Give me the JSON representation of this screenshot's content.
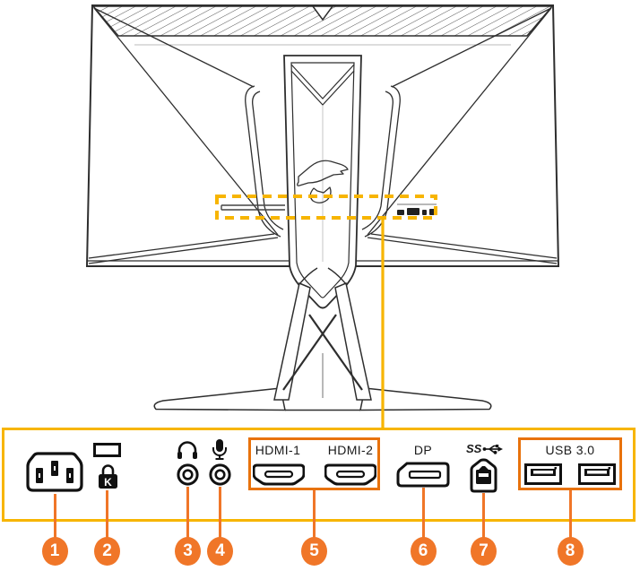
{
  "colors": {
    "highlight_gold": "#F7B500",
    "group_box_orange": "#E8720C",
    "callout_orange": "#F07628",
    "line_art_ink": "#2e2e2e"
  },
  "labels": {
    "hdmi1": "HDMI-1",
    "hdmi2": "HDMI-2",
    "dp": "DP",
    "ss": "SS",
    "usb30": "USB 3.0",
    "kensington": "K"
  },
  "callouts": [
    {
      "n": "1",
      "port": "ac-power-inlet"
    },
    {
      "n": "2",
      "port": "kensington-lock"
    },
    {
      "n": "3",
      "port": "headphone-jack"
    },
    {
      "n": "4",
      "port": "microphone-jack"
    },
    {
      "n": "5",
      "port": "hdmi-ports"
    },
    {
      "n": "6",
      "port": "displayport"
    },
    {
      "n": "7",
      "port": "usb-upstream-port"
    },
    {
      "n": "8",
      "port": "usb-3-0-ports"
    }
  ]
}
